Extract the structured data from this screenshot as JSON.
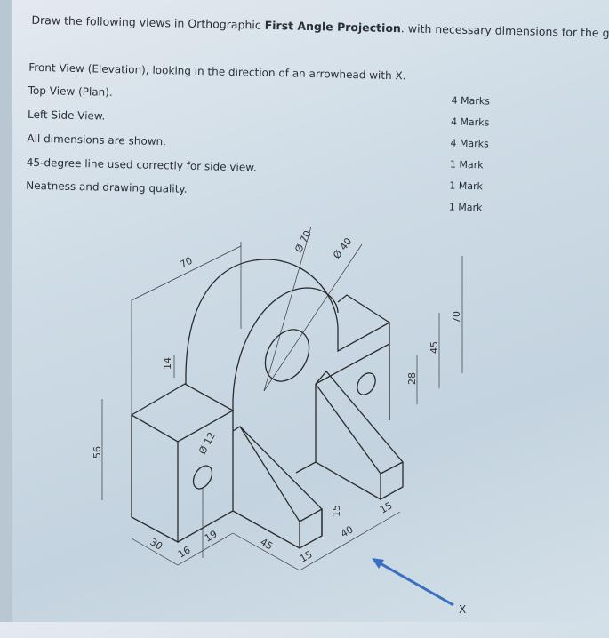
{
  "question": {
    "title_pre": "Draw the following views in Orthographic ",
    "title_bold": "First Angle Projection",
    "title_post": ". with necessary dimensions for the given Isometric/Picto"
  },
  "criteria": [
    {
      "text": "Front View (Elevation), looking in the direction of an arrowhead with X."
    },
    {
      "text": "Top View (Plan).",
      "marks": "4 Marks"
    },
    {
      "text": "Left Side View.",
      "marks": "4 Marks"
    },
    {
      "text": "All dimensions are shown.",
      "marks": "4 Marks"
    },
    {
      "text": "45-degree line used correctly for side view.",
      "marks": "1 Mark"
    },
    {
      "text": "Neatness and drawing quality.",
      "marks": "1 Mark"
    },
    {
      "marks": "1 Mark"
    }
  ],
  "drawing": {
    "dimensions": {
      "top_width": "70",
      "outer_dia": "Ø 70",
      "inner_dia": "Ø 40",
      "step": "14",
      "height": "56",
      "small_hole": "Ø 12",
      "base_left": "30",
      "d16": "16",
      "d19": "19",
      "d45": "45",
      "d15a": "15",
      "d15b": "15",
      "d40": "40",
      "d15c": "15",
      "d28": "28",
      "d45v": "45",
      "d70v": "70"
    },
    "arrow_label": "X",
    "arrow_color": "#3b6fc4"
  }
}
